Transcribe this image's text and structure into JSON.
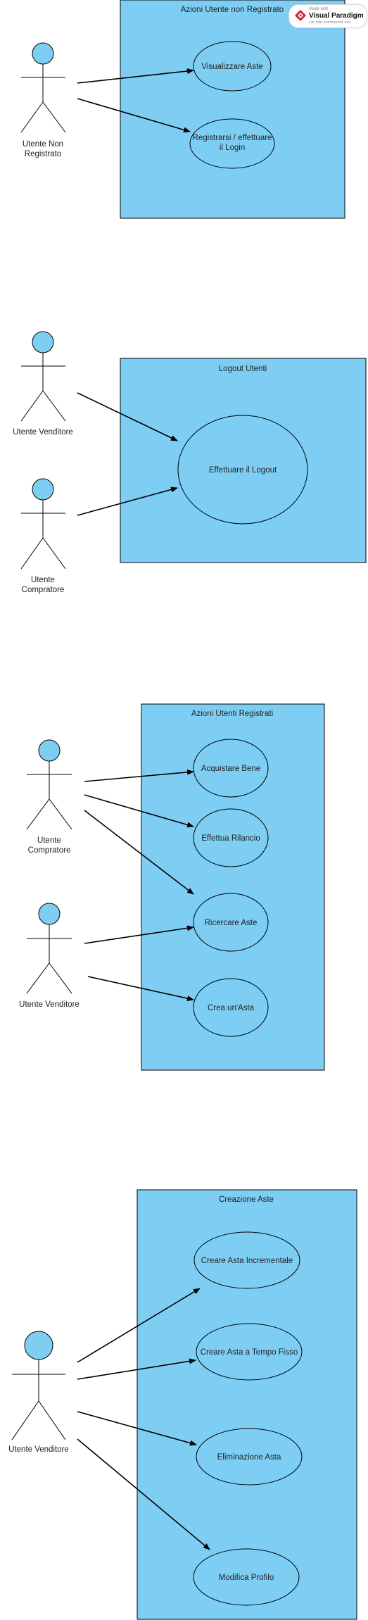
{
  "watermark": {
    "small": "Made with",
    "brand": "Visual Paradigm",
    "sub": "For non-commercial use"
  },
  "diagrams": [
    {
      "system_title": "Azioni Utente non Registrato",
      "actors": [
        {
          "label": "Utente Non\nRegistrato"
        }
      ],
      "use_cases": [
        "Visualizzare Aste",
        "Registrarsi / effettuare\nil Login"
      ]
    },
    {
      "system_title": "Logout Utenti",
      "actors": [
        {
          "label": "Utente Venditore"
        },
        {
          "label": "Utente\nCompratore"
        }
      ],
      "use_cases": [
        "Effettuare il Logout"
      ]
    },
    {
      "system_title": "Azioni Utenti Registrati",
      "actors": [
        {
          "label": "Utente\nCompratore"
        },
        {
          "label": "Utente Venditore"
        }
      ],
      "use_cases": [
        "Acquistare Bene",
        "Effettua Rilancio",
        "Ricercare Aste",
        "Crea un'Asta"
      ]
    },
    {
      "system_title": "Creazione Aste",
      "actors": [
        {
          "label": "Utente Venditore"
        }
      ],
      "use_cases": [
        "Creare Asta Incrementale",
        "Creare Asta a Tempo Fisso",
        "Eliminazione Asta",
        "Modifica Profilo"
      ]
    }
  ],
  "colors": {
    "fill": "#7ecef4",
    "stroke": "#000000"
  }
}
